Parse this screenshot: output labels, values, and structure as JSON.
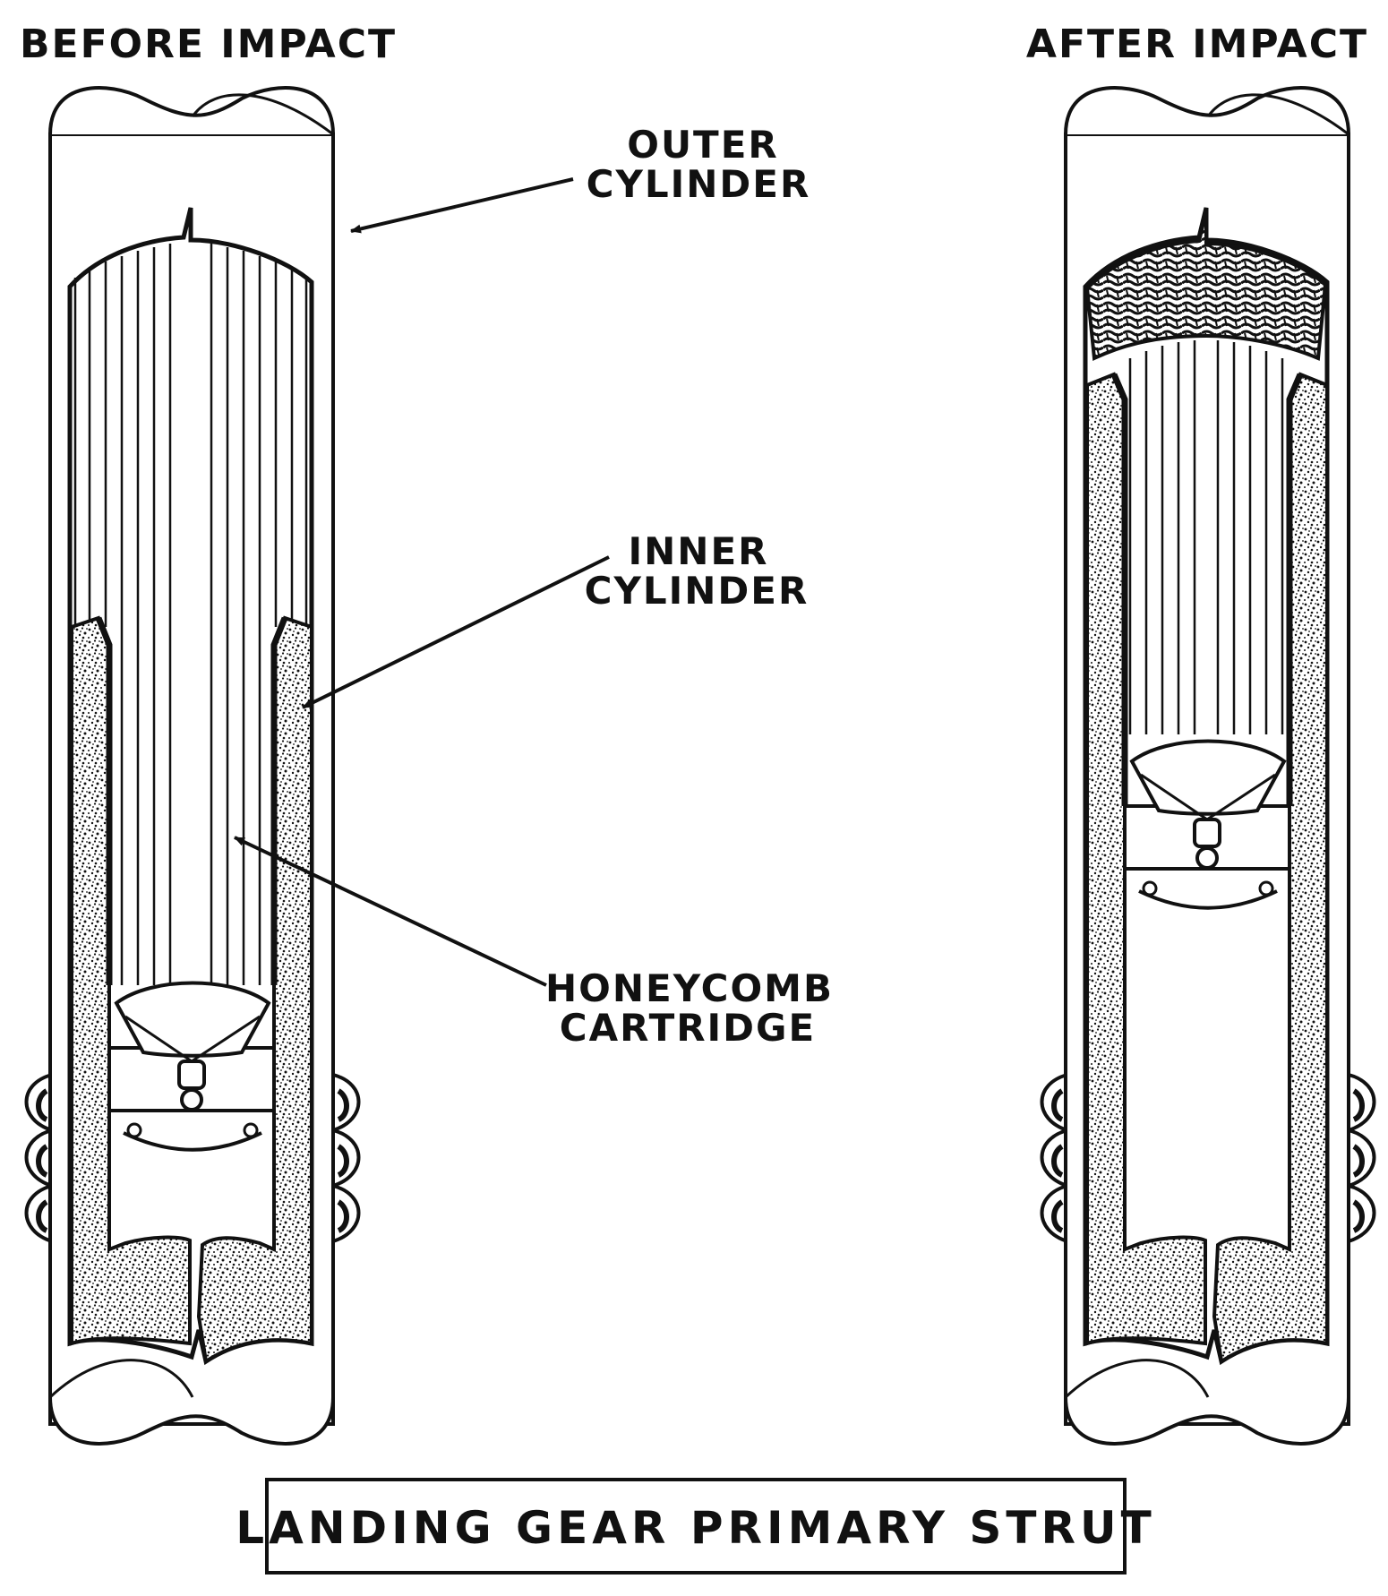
{
  "headings": {
    "before": "BEFORE IMPACT",
    "after": "AFTER IMPACT"
  },
  "callouts": {
    "outer_cylinder": [
      "OUTER",
      "CYLINDER"
    ],
    "inner_cylinder": [
      "INNER",
      "CYLINDER"
    ],
    "honeycomb_cartridge": [
      "HONEYCOMB",
      "CARTRIDGE"
    ]
  },
  "title": "LANDING GEAR PRIMARY STRUT",
  "colors": {
    "ink": "#111111",
    "paper": "#ffffff"
  }
}
